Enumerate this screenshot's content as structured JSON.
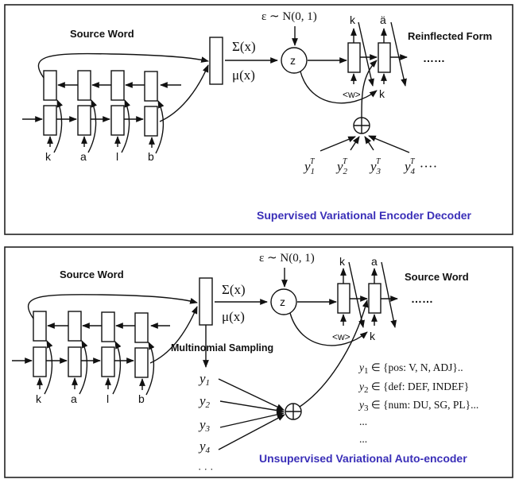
{
  "colors": {
    "caption": "#3a2fb8",
    "ink": "#111111",
    "frame": "#222222"
  },
  "panels": [
    {
      "id": "supervised",
      "source_label": "Source Word",
      "input_chars": [
        "k",
        "a",
        "l",
        "b"
      ],
      "sigma_label": "Σ(x)",
      "mu_label": "μ(x)",
      "noise_label": "ε ∼ N(0, 1)",
      "latent_label": "z",
      "output_chars": [
        "k",
        "ä"
      ],
      "decoder_inputs": [
        "<w>",
        "k"
      ],
      "output_label": "Reinflected Form",
      "ellipsis": "……",
      "combine_symbol": "⊕",
      "tags": [
        {
          "base": "y",
          "sub": "1",
          "sup": "T"
        },
        {
          "base": "y",
          "sub": "2",
          "sup": "T"
        },
        {
          "base": "y",
          "sub": "3",
          "sup": "T"
        },
        {
          "base": "y",
          "sub": "4",
          "sup": "T"
        }
      ],
      "tags_trailing": "····",
      "caption": "Supervised  Variational Encoder Decoder"
    },
    {
      "id": "unsupervised",
      "source_label": "Source Word",
      "input_chars": [
        "k",
        "a",
        "l",
        "b"
      ],
      "sigma_label": "Σ(x)",
      "mu_label": "μ(x)",
      "noise_label": "ε ∼ N(0, 1)",
      "latent_label": "z",
      "output_chars": [
        "k",
        "a"
      ],
      "decoder_inputs": [
        "<w>",
        "k"
      ],
      "output_label": "Source Word",
      "ellipsis": "……",
      "combine_symbol": "⊕",
      "sampling_label": "Multinomial Sampling",
      "labels": [
        {
          "base": "y",
          "sub": "1"
        },
        {
          "base": "y",
          "sub": "2"
        },
        {
          "base": "y",
          "sub": "3"
        },
        {
          "base": "y",
          "sub": "4"
        }
      ],
      "labels_trailing": "· · ·",
      "label_domains": [
        {
          "var": "y",
          "sub": "1",
          "text": " ∈ {pos: V, N, ADJ}.."
        },
        {
          "var": "y",
          "sub": "2",
          "text": " ∈ {def: DEF, INDEF}"
        },
        {
          "var": "y",
          "sub": "3",
          "text": " ∈ {num: DU, SG, PL}..."
        },
        {
          "var": "",
          "sub": "",
          "text": "..."
        },
        {
          "var": "",
          "sub": "",
          "text": "..."
        }
      ],
      "caption": "Unsupervised  Variational Auto-encoder"
    }
  ]
}
